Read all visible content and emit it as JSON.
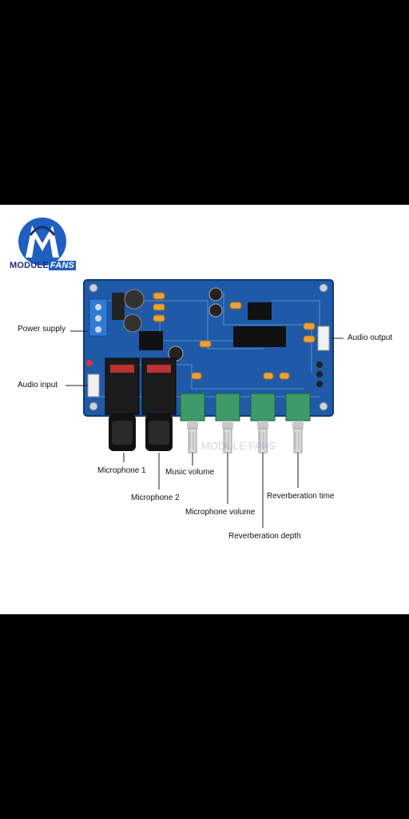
{
  "logo": {
    "name_main": "MODULE",
    "name_accent": "FANS",
    "icon": "module-fans-logo-icon"
  },
  "watermark": "MODULE FANS",
  "labels": {
    "power_supply": "Power supply",
    "audio_output": "Audio output",
    "audio_input": "Audio input",
    "microphone_1": "Microphone 1",
    "microphone_2": "Microphone 2",
    "music_volume": "Music volume",
    "microphone_volume": "Microphone volume",
    "reverberation_time": "Reverberation time",
    "reverberation_depth": "Reverberation depth"
  },
  "colors": {
    "pcb": "#1f5aa8",
    "pot_body": "#3d9b6a",
    "accent": "#1f5fbf"
  }
}
